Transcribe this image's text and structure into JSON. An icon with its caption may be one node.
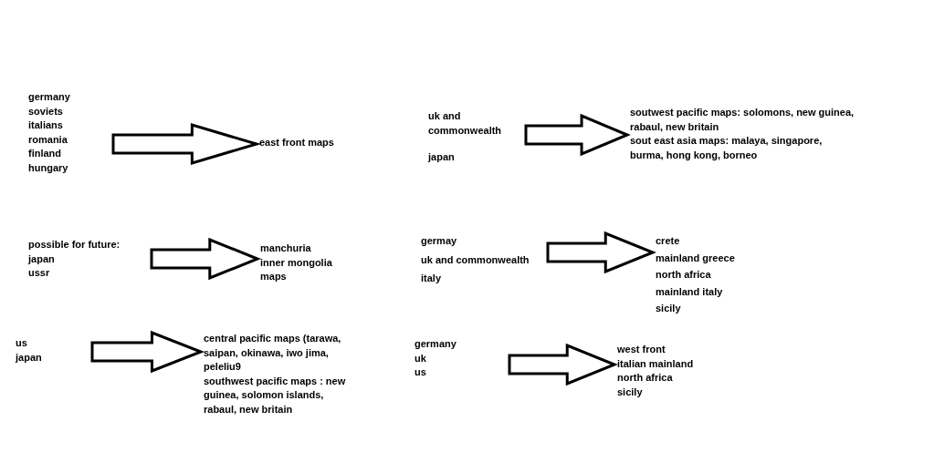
{
  "diagram": {
    "nodes": [
      {
        "text": [
          "germany",
          "soviets",
          "italians",
          "romania",
          "finland",
          "hungary"
        ]
      },
      {
        "text": [
          "east front maps"
        ]
      },
      {
        "text": [
          "uk and commonwealth",
          "japan"
        ]
      },
      {
        "text": [
          "soutwest pacific maps: solomons, new guinea, rabaul, new britain",
          "sout east asia maps: malaya, singapore, burma, hong kong, borneo"
        ]
      },
      {
        "text": [
          "possible for future:",
          "japan",
          "ussr"
        ]
      },
      {
        "text": [
          "manchuria",
          "inner mongolia",
          "maps"
        ]
      },
      {
        "text": [
          "germay",
          "uk and commonwealth",
          "italy"
        ]
      },
      {
        "text": [
          "crete",
          "mainland greece",
          "north africa",
          "mainland italy",
          "sicily"
        ]
      },
      {
        "text": [
          "us",
          "japan"
        ]
      },
      {
        "text": [
          "central pacific maps (tarawa, saipan, okinawa, iwo jima, peleliu9",
          "southwest pacific maps : new guinea, solomon islands, rabaul, new britain"
        ]
      },
      {
        "text": [
          "germany",
          "uk",
          "us"
        ]
      },
      {
        "text": [
          "west front",
          "italian mainland",
          "north africa",
          "sicily"
        ]
      }
    ],
    "edges": [
      {
        "from": 0,
        "to": 1,
        "arrow": "to"
      },
      {
        "from": 2,
        "to": 3,
        "arrow": "to"
      },
      {
        "from": 4,
        "to": 5,
        "arrow": "to"
      },
      {
        "from": 6,
        "to": 7,
        "arrow": "to"
      },
      {
        "from": 8,
        "to": 9,
        "arrow": "to"
      },
      {
        "from": 10,
        "to": 11,
        "arrow": "to"
      }
    ]
  }
}
